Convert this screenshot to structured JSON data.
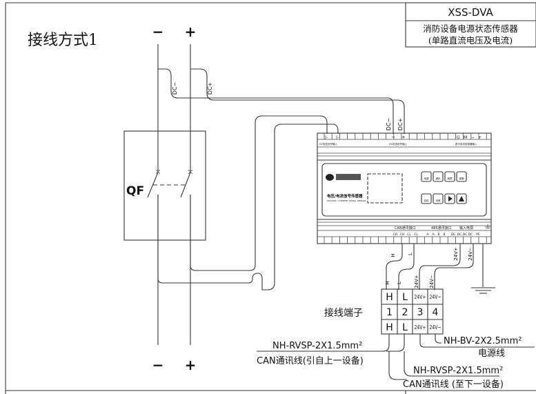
{
  "title_block": {
    "model": "XSS-DVA",
    "name": "消防设备电源状态传感器",
    "subtitle": "(单路直流电压及电流)"
  },
  "diagram_title": "接线方式1",
  "supply": {
    "minus": "−",
    "plus": "+",
    "dc_minus": "DC−",
    "dc_plus": "DC+"
  },
  "breaker_label": "QF",
  "device": {
    "top_labels": {
      "dc_voltage": "DC电压信号输入",
      "dc_current": "DC电流信号输入",
      "hall": "霍尔电流传感器输入"
    },
    "top_pins": {
      "p1": "|-",
      "p2": "|-",
      "minus": "−",
      "plus": "+",
      "g": "G",
      "m": "M",
      "hm": "−",
      "hp": "+"
    },
    "panel_title": "电压/电流信号传感器",
    "panel_subtitle": "VOLTAGE / CURRENT SIGNAL SENSOR",
    "buttons": [
      "电源",
      "通讯",
      "故障",
      "报警",
      "自检",
      "消音"
    ],
    "bottom_groups": {
      "can": "CAN通讯接口",
      "rs485": "485通讯接口",
      "power": "输入电源"
    },
    "bottom_pins": [
      "CH",
      "CH",
      "CL",
      "CL",
      "A",
      "A",
      "B",
      "B",
      "DC",
      "DC",
      "DC",
      "DC",
      "PE"
    ]
  },
  "wires": {
    "h": "H",
    "l": "L",
    "v24p": "24V+",
    "v24n": "24V−"
  },
  "terminal_block": {
    "label": "接线端子",
    "rows": [
      [
        "H",
        "L",
        "24V+",
        "24V−"
      ],
      [
        "1",
        "2",
        "3",
        "4"
      ],
      [
        "H",
        "L",
        "24V+",
        "24V−"
      ]
    ]
  },
  "cables": {
    "can_in_spec": "NH-RVSP-2X1.5mm²",
    "can_in_desc": "CAN通讯线(引自上一设备)",
    "power_spec": "NH-BV-2X2.5mm²",
    "power_desc": "电源线",
    "can_out_spec": "NH-RVSP-2X1.5mm²",
    "can_out_desc": "CAN通讯线 (至下一设备)"
  }
}
